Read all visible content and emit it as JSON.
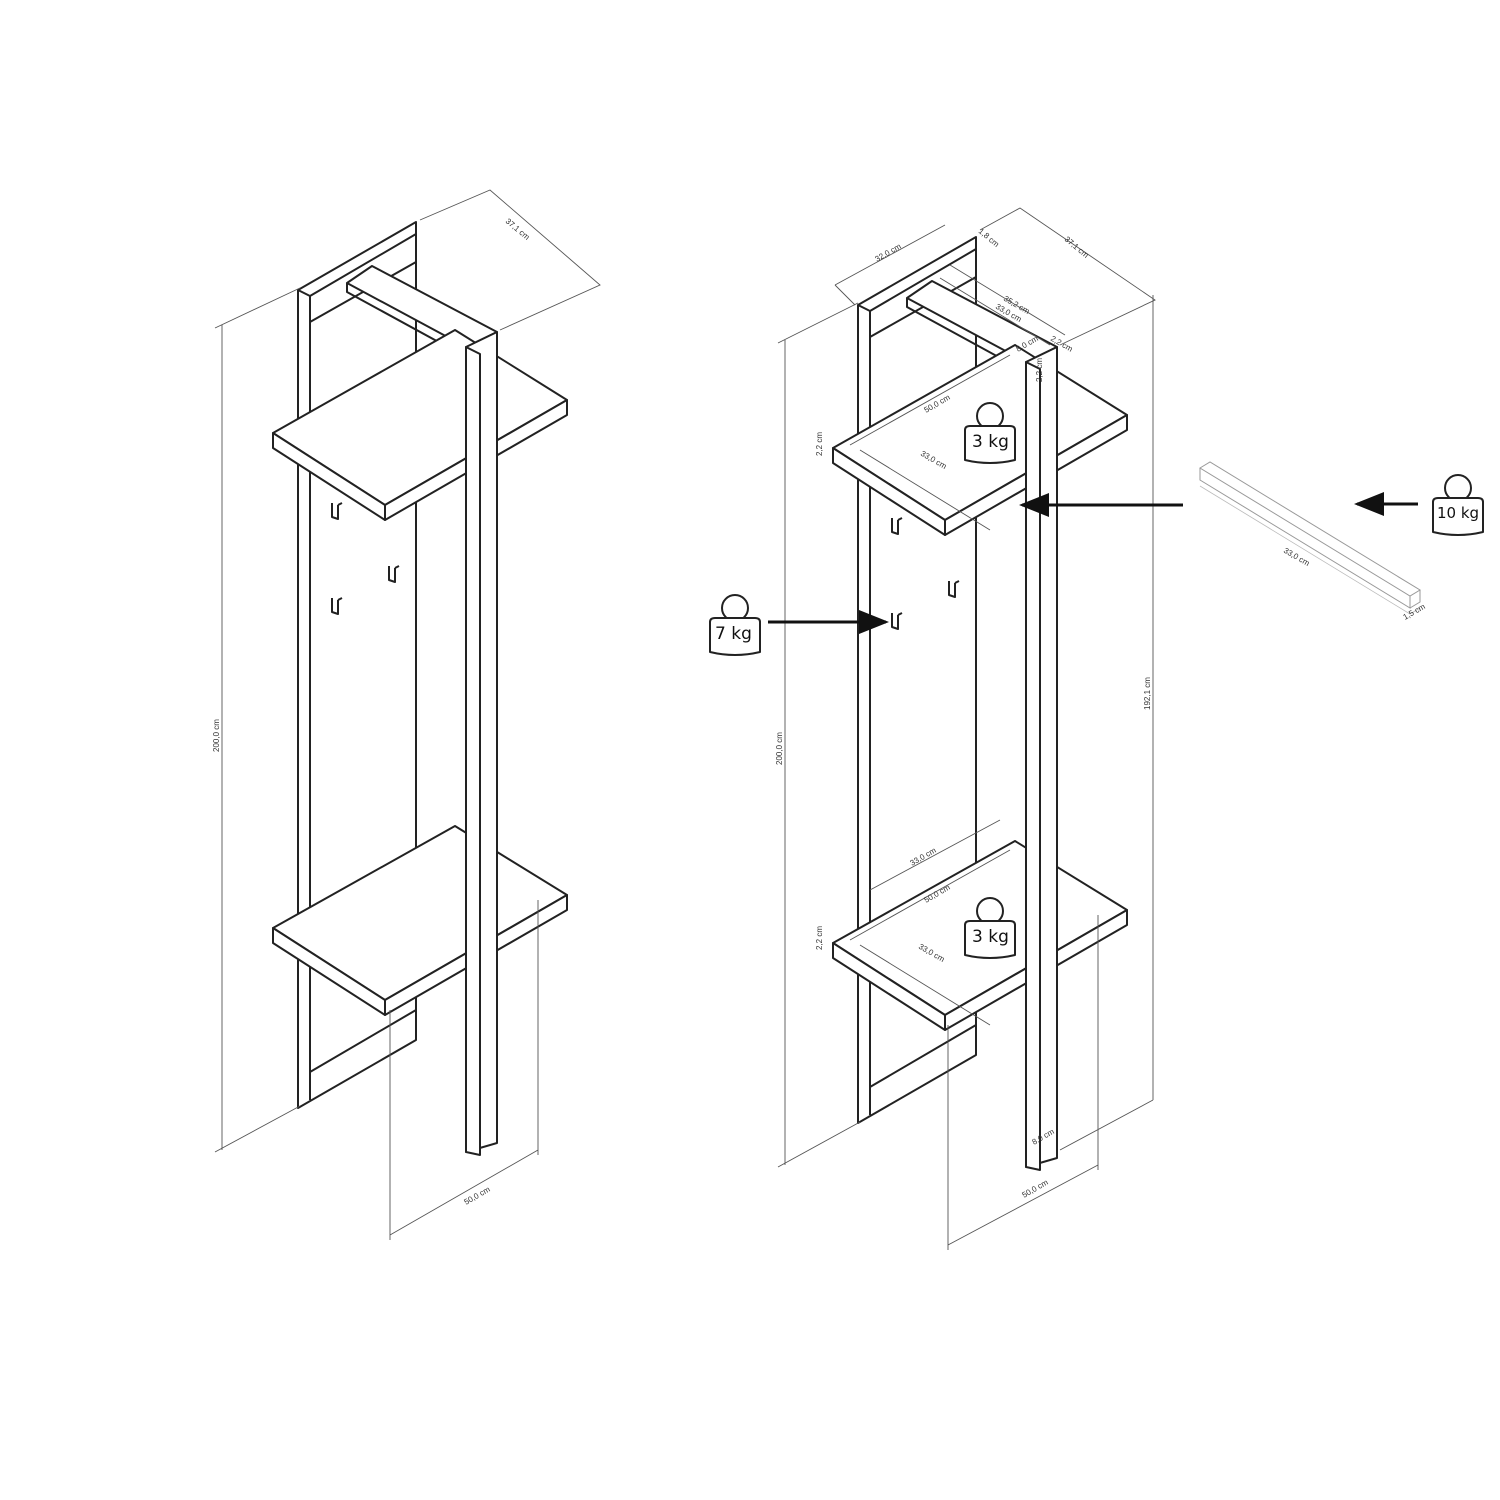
{
  "left_view": {
    "dims": {
      "depth": "37,1 cm",
      "height": "200,0 cm",
      "width": "50,0 cm"
    }
  },
  "right_view": {
    "dims": {
      "panel_width": "32,0 cm",
      "panel_thickness": "1,8 cm",
      "depth": "37,1 cm",
      "bar_length_outer": "35,2 cm",
      "bar_length_inner": "33,0 cm",
      "post_width": "8,0 cm",
      "bar_thickness": "2,2 cm",
      "bar_height": "2,2 cm",
      "top_shelf_width": "50,0 cm",
      "top_shelf_depth": "33,0 cm",
      "top_shelf_thickness": "2,2 cm",
      "bottom_shelf_back": "33,0 cm",
      "bottom_shelf_width": "50,0 cm",
      "bottom_shelf_depth": "33,0 cm",
      "bottom_shelf_thickness": "2,2 cm",
      "height": "200,0 cm",
      "post_height": "192,1 cm",
      "post_bottom_width": "8,0 cm",
      "base_width": "50,0 cm"
    },
    "loads": {
      "top_shelf": "3 kg",
      "bottom_shelf": "3 kg",
      "hook": "7 kg",
      "rail": "10 kg"
    }
  },
  "rail_detail": {
    "length": "33,0 cm",
    "thickness": "1,5 cm"
  }
}
